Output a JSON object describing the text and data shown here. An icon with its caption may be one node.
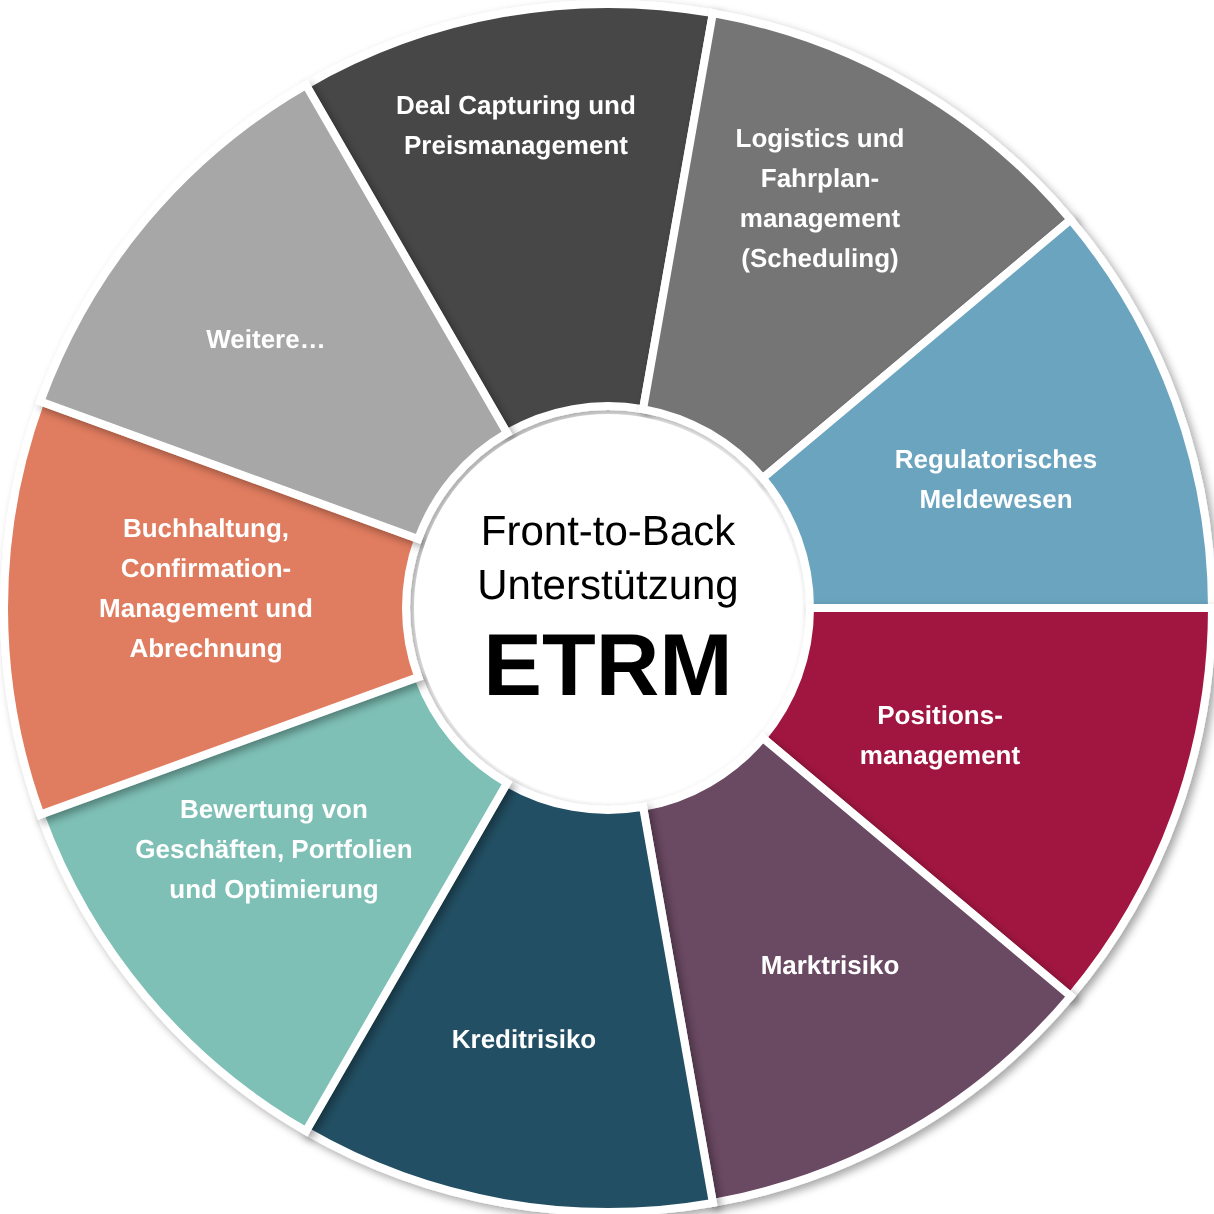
{
  "diagram": {
    "nodes": [
      {
        "text": [
          "Front-to-Back Unterstützung",
          "ETRM"
        ]
      },
      {
        "text": [
          "Deal Capturing und Preismanagement"
        ]
      },
      {
        "text": [
          "Logistics und Fahrplan-management (Scheduling)"
        ]
      },
      {
        "text": [
          "Regulatorisches Meldewesen"
        ]
      },
      {
        "text": [
          "Positions-management"
        ]
      },
      {
        "text": [
          "Marktrisiko"
        ]
      },
      {
        "text": [
          "Kreditrisiko"
        ]
      },
      {
        "text": [
          "Bewertung von Geschäften, Portfolien und Optimierung"
        ]
      },
      {
        "text": [
          "Buchhaltung, Confirmation-Management und Abrechnung"
        ]
      },
      {
        "text": [
          "Weitere…"
        ]
      }
    ]
  }
}
